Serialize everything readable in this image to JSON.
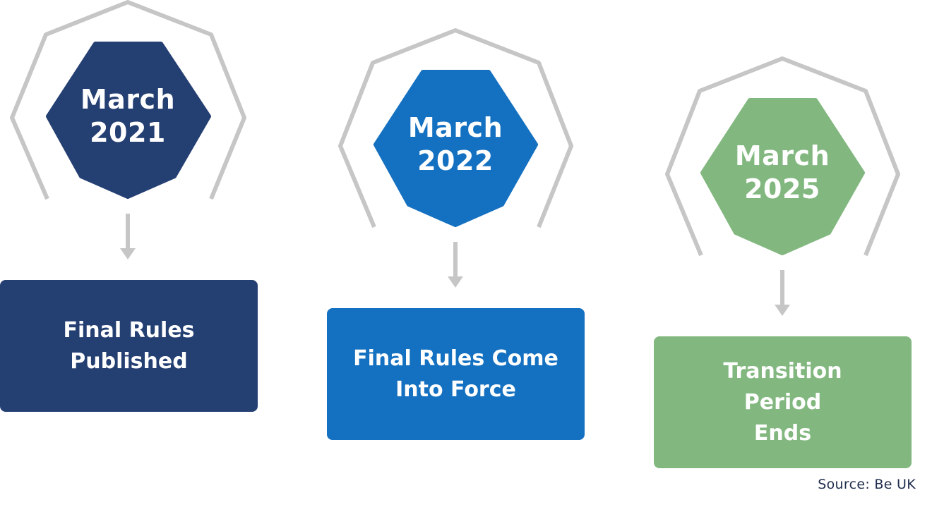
{
  "milestones": [
    {
      "date_month": "March",
      "date_year": "2021",
      "event": [
        "Final Rules",
        "Published"
      ],
      "color": "#243f72"
    },
    {
      "date_month": "March",
      "date_year": "2022",
      "event": [
        "Final Rules Come",
        "Into Force"
      ],
      "color": "#1470c0"
    },
    {
      "date_month": "March",
      "date_year": "2025",
      "event": [
        "Transition",
        "Period",
        "Ends"
      ],
      "color": "#82b87f"
    }
  ],
  "source": "Source: Be UK",
  "colors": {
    "outline": "#c6c6c6",
    "arrow": "#c6c6c6"
  }
}
